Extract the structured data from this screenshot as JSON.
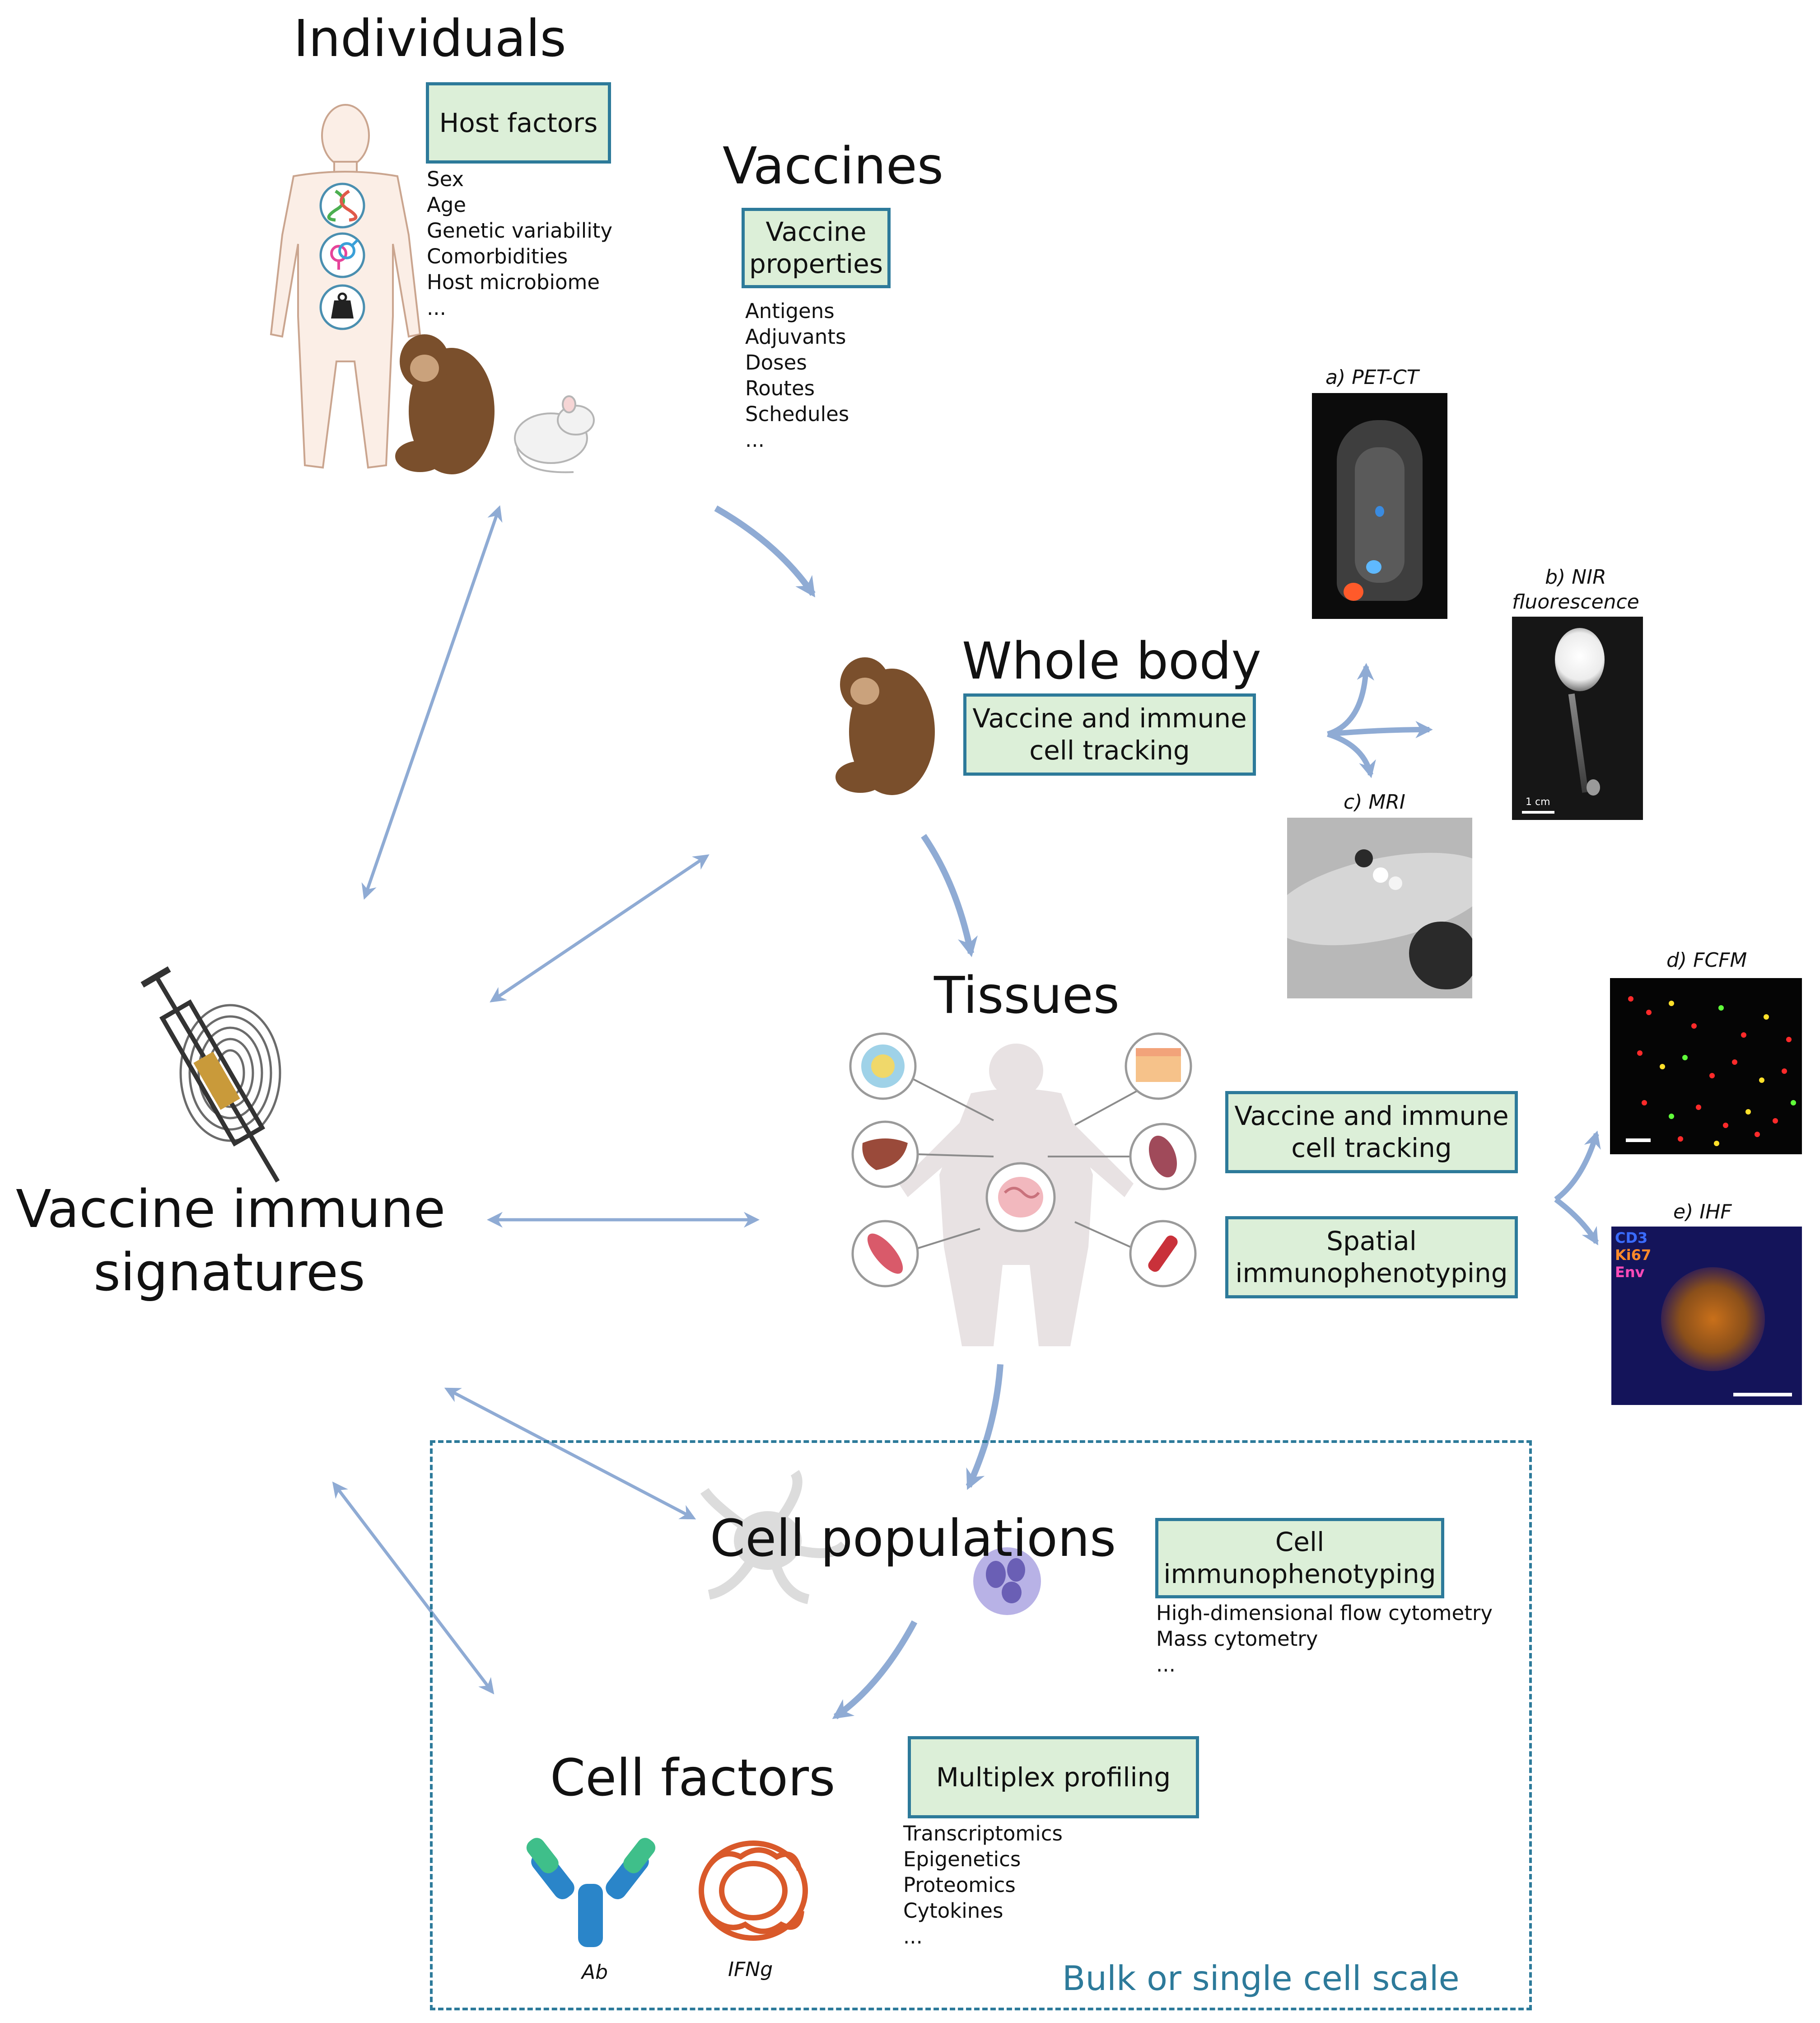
{
  "nodes": {
    "individuals": {
      "title": "Individuals",
      "box": "Host factors",
      "items": [
        "Sex",
        "Age",
        "Genetic variability",
        "Comorbidities",
        "Host microbiome",
        "..."
      ]
    },
    "vaccines": {
      "title": "Vaccines",
      "box": "Vaccine\nproperties",
      "items": [
        "Antigens",
        "Adjuvants",
        "Doses",
        "Routes",
        "Schedules",
        "..."
      ]
    },
    "whole_body": {
      "title": "Whole body",
      "box": "Vaccine and immune\ncell tracking"
    },
    "tissues": {
      "title": "Tissues",
      "box1": "Vaccine and immune\ncell tracking",
      "box2": "Spatial\nimmunophenotyping"
    },
    "signatures": {
      "title_line1": "Vaccine immune",
      "title_line2": "signatures"
    },
    "cell_populations": {
      "title": "Cell populations",
      "box": "Cell\nimmunophenotyping",
      "items": [
        "High-dimensional flow cytometry",
        "Mass cytometry",
        "..."
      ]
    },
    "cell_factors": {
      "title": "Cell factors",
      "box": "Multiplex profiling",
      "items": [
        "Transcriptomics",
        "Epigenetics",
        "Proteomics",
        "Cytokines",
        "..."
      ],
      "ab_label": "Ab",
      "ifng_label": "IFNg"
    }
  },
  "imaging_panels": {
    "a": "a) PET-CT",
    "b_line1": "b) NIR",
    "b_line2": "fluorescence",
    "b_scale": "1 cm",
    "c": "c) MRI",
    "d": "d) FCFM",
    "e": "e) IHF",
    "e_legend": [
      "CD3",
      "Ki67",
      "Env"
    ]
  },
  "scale_label": "Bulk or single cell scale",
  "colors": {
    "box_fill": "#dcefd8",
    "box_border": "#2d7a9a",
    "arrow": "#8fabd4",
    "dashed_border": "#2d7a9a",
    "silhouette": "#e8e2e3"
  }
}
